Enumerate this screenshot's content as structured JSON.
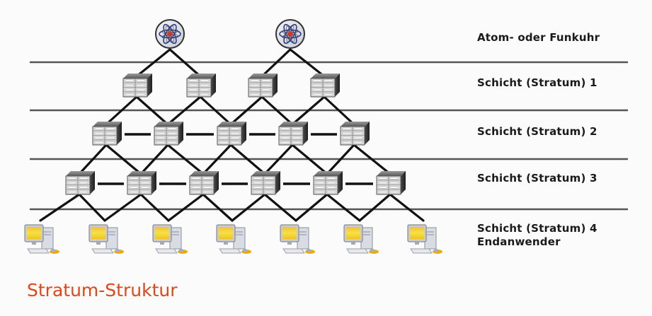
{
  "title": "Stratum-Struktur",
  "colors": {
    "title": "#e0461a",
    "line": "#111111",
    "divider": "#555555"
  },
  "layers": [
    {
      "id": "clock",
      "label": "Atom- oder Funkuhr",
      "node_type": "atom-clock-icon",
      "count": 2
    },
    {
      "id": "stratum1",
      "label": "Schicht (Stratum) 1",
      "node_type": "server-icon",
      "count": 4
    },
    {
      "id": "stratum2",
      "label": "Schicht (Stratum) 2",
      "node_type": "server-icon",
      "count": 5
    },
    {
      "id": "stratum3",
      "label": "Schicht (Stratum) 3",
      "node_type": "server-icon",
      "count": 6
    },
    {
      "id": "stratum4",
      "label": "Schicht (Stratum) 4",
      "sublabel": "Endanwender",
      "node_type": "computer-icon",
      "count": 7
    }
  ]
}
